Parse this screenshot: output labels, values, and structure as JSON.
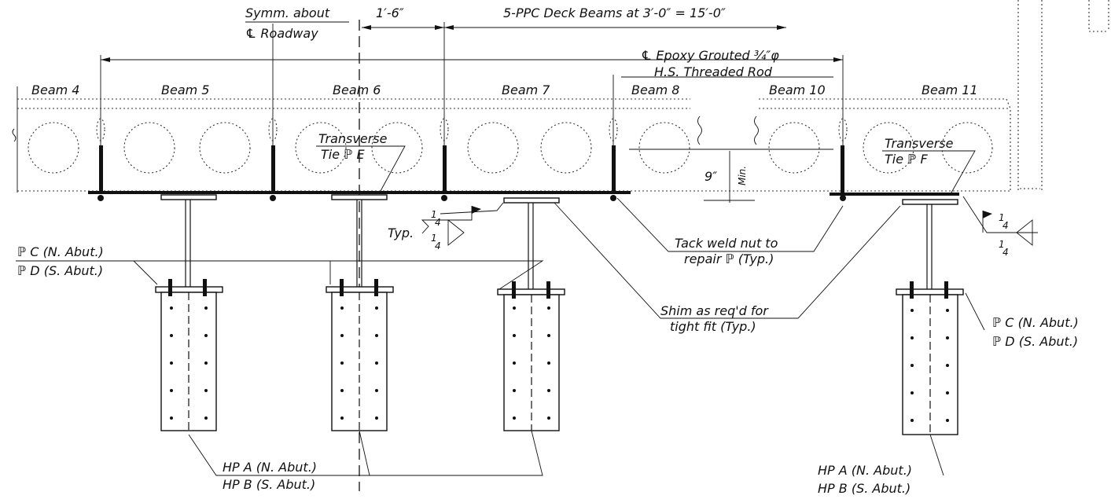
{
  "beams": [
    {
      "label": "Beam 4"
    },
    {
      "label": "Beam 5"
    },
    {
      "label": "Beam 6"
    },
    {
      "label": "Beam 7"
    },
    {
      "label": "Beam 8"
    },
    {
      "label": "Beam 10"
    },
    {
      "label": "Beam 11"
    }
  ],
  "dims": {
    "symm": "Symm. about",
    "roadway": "℄ Roadway",
    "offset": "1′-6″",
    "spacing": "5-PPC Deck Beams at 3′-0″ = 15′-0″",
    "rod_line1": "℄ Epoxy Grouted ¾″φ",
    "rod_line2": "H.S. Threaded Rod",
    "min_depth": "9″",
    "min_label": "Min."
  },
  "notes": {
    "tie_e_1": "Transverse",
    "tie_e_2": "Tie ℙ E",
    "tie_f_1": "Transverse",
    "tie_f_2": "Tie ℙ F",
    "typ": "Typ.",
    "tack_1": "Tack weld nut to",
    "tack_2": "repair ℙ (Typ.)",
    "shim_1": "Shim as req'd for",
    "shim_2": "tight fit (Typ.)",
    "plc": "ℙ C (N. Abut.)",
    "pld": "ℙ D (S. Abut.)",
    "hpa": "HP A (N. Abut.)",
    "hpb": "HP B (S. Abut.)",
    "weld_num": "1",
    "weld_den": "4"
  }
}
